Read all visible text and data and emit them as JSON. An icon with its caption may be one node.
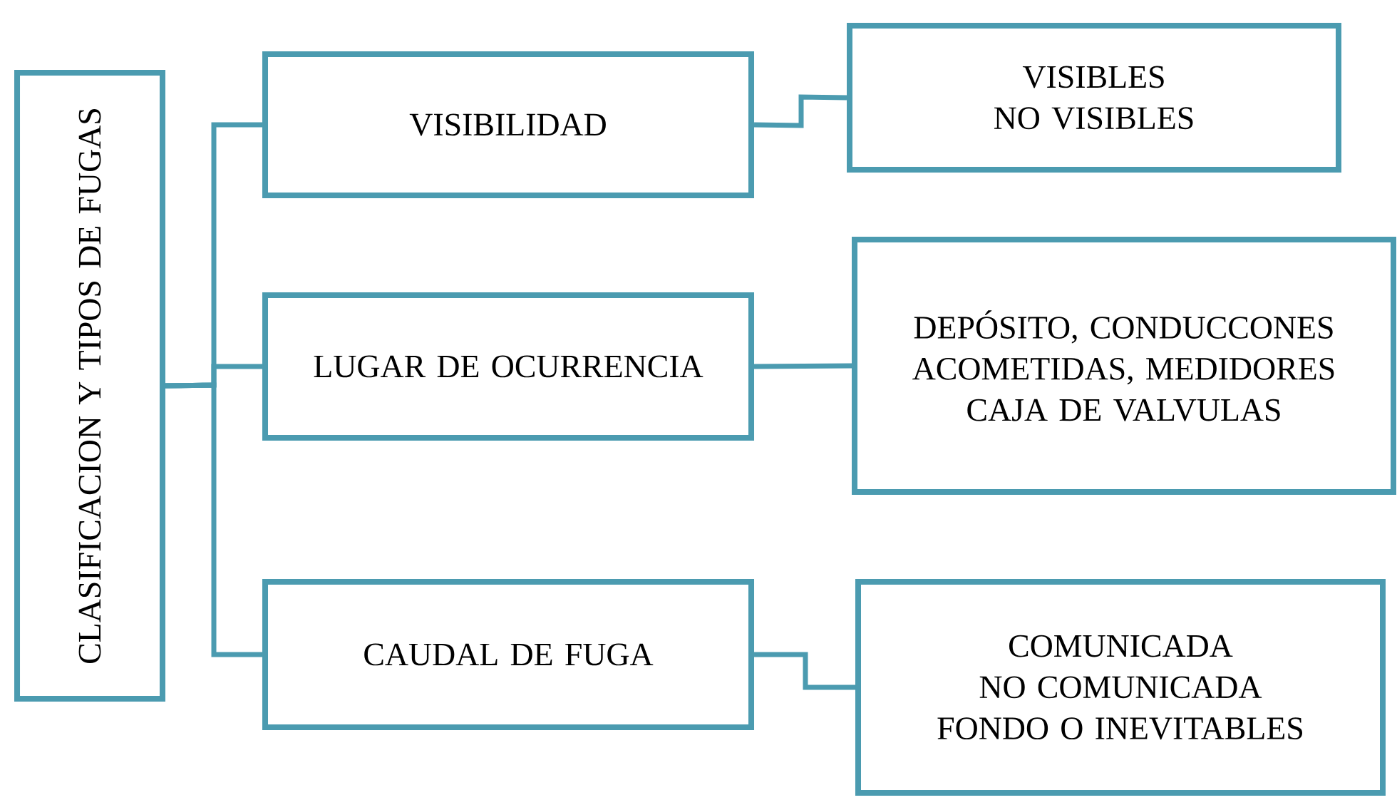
{
  "diagram": {
    "nodes": [
      {
        "text": [
          "CLASIFICACION Y TIPOS DE FUGAS"
        ]
      },
      {
        "text": [
          "VISIBILIDAD"
        ]
      },
      {
        "text": [
          "LUGAR DE OCURRENCIA"
        ]
      },
      {
        "text": [
          "CAUDAL DE FUGA"
        ]
      },
      {
        "text": [
          "VISIBLES",
          "NO VISIBLES"
        ]
      },
      {
        "text": [
          "DEPÓSITO, CONDUCCONES",
          "ACOMETIDAS, MEDIDORES",
          "CAJA DE VALVULAS"
        ]
      },
      {
        "text": [
          "COMUNICADA",
          "NO COMUNICADA",
          "FONDO O INEVITABLES"
        ]
      }
    ],
    "edges": [
      {
        "from": 0,
        "to": 1,
        "arrow": "none"
      },
      {
        "from": 0,
        "to": 2,
        "arrow": "none"
      },
      {
        "from": 0,
        "to": 3,
        "arrow": "none"
      },
      {
        "from": 1,
        "to": 4,
        "arrow": "none"
      },
      {
        "from": 2,
        "to": 5,
        "arrow": "none"
      },
      {
        "from": 3,
        "to": 6,
        "arrow": "none"
      }
    ]
  }
}
